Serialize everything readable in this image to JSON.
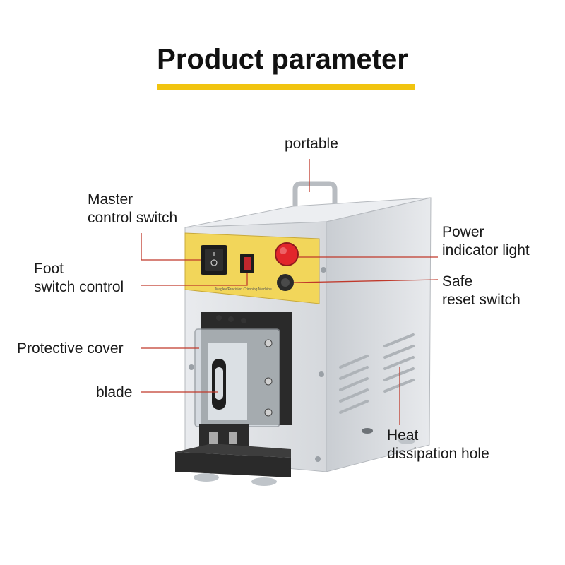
{
  "header": {
    "title": "Product parameter",
    "accent_color": "#f1c40f"
  },
  "callouts": {
    "portable": "portable",
    "master_control_switch": [
      "Master",
      "control switch"
    ],
    "foot_switch_control": [
      "Foot",
      "switch control"
    ],
    "power_indicator_light": [
      "Power",
      "indicator light"
    ],
    "safe_reset_switch": [
      "Safe",
      "reset switch"
    ],
    "protective_cover": "Protective cover",
    "blade": "blade",
    "heat_dissipation_hole": [
      "Heat",
      "dissipation hole"
    ]
  },
  "machine_panel": {
    "model_label": "Maglev/Precision Crimping Machine"
  },
  "colors": {
    "body": "#dfe2e6",
    "panel": "#f2d65a",
    "power_light": "#e2262b",
    "base": "#2a2a2a"
  }
}
